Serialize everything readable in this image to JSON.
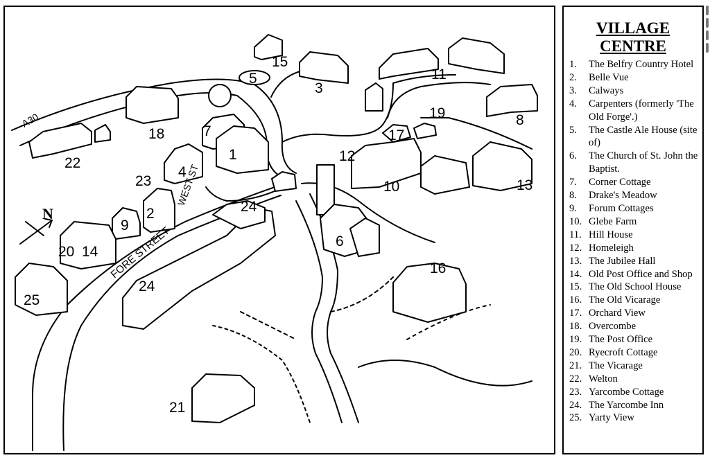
{
  "legend": {
    "title_line1": "VILLAGE",
    "title_line2": "CENTRE",
    "items": [
      {
        "num": "1.",
        "name": "The Belfry Country Hotel"
      },
      {
        "num": "2.",
        "name": "Belle Vue"
      },
      {
        "num": "3.",
        "name": "Calways"
      },
      {
        "num": "4.",
        "name": "Carpenters (formerly 'The Old Forge'.)"
      },
      {
        "num": "5.",
        "name": "The Castle Ale House (site of)"
      },
      {
        "num": "6.",
        "name": "The Church of St. John the Baptist."
      },
      {
        "num": "7.",
        "name": "Corner Cottage"
      },
      {
        "num": "8.",
        "name": "Drake's Meadow"
      },
      {
        "num": "9.",
        "name": "Forum Cottages"
      },
      {
        "num": "10.",
        "name": "Glebe Farm"
      },
      {
        "num": "11.",
        "name": "Hill House"
      },
      {
        "num": "12.",
        "name": "Homeleigh"
      },
      {
        "num": "13.",
        "name": "The Jubilee Hall"
      },
      {
        "num": "14.",
        "name": "Old Post Office and Shop"
      },
      {
        "num": "15.",
        "name": "The Old School House"
      },
      {
        "num": "16.",
        "name": "The Old Vicarage"
      },
      {
        "num": "17.",
        "name": "Orchard View"
      },
      {
        "num": "18.",
        "name": "Overcombe"
      },
      {
        "num": "19.",
        "name": "The Post Office"
      },
      {
        "num": "20.",
        "name": "Ryecroft Cottage"
      },
      {
        "num": "21.",
        "name": "The Vicarage"
      },
      {
        "num": "22.",
        "name": "Welton"
      },
      {
        "num": "23.",
        "name": "Yarcombe Cottage"
      },
      {
        "num": "24.",
        "name": "The Yarcombe Inn"
      },
      {
        "num": "25.",
        "name": "Yarty View"
      }
    ]
  },
  "map": {
    "road_labels": {
      "a30": "A30",
      "fore_street": "FORE STREET",
      "west_st": "WEST ST"
    },
    "north_label": "N",
    "building_labels": {
      "b1": "1",
      "b2": "2",
      "b3": "3",
      "b4": "4",
      "b5": "5",
      "b6": "6",
      "b7": "7",
      "b8": "8",
      "b9": "9",
      "b10": "10",
      "b11": "11",
      "b12": "12",
      "b13": "13",
      "b14": "14",
      "b15": "15",
      "b16": "16",
      "b17": "17",
      "b18": "18",
      "b19": "19",
      "b20": "20",
      "b21": "21",
      "b22": "22",
      "b23": "23",
      "b24a": "24",
      "b24b": "24",
      "b25": "25"
    }
  }
}
